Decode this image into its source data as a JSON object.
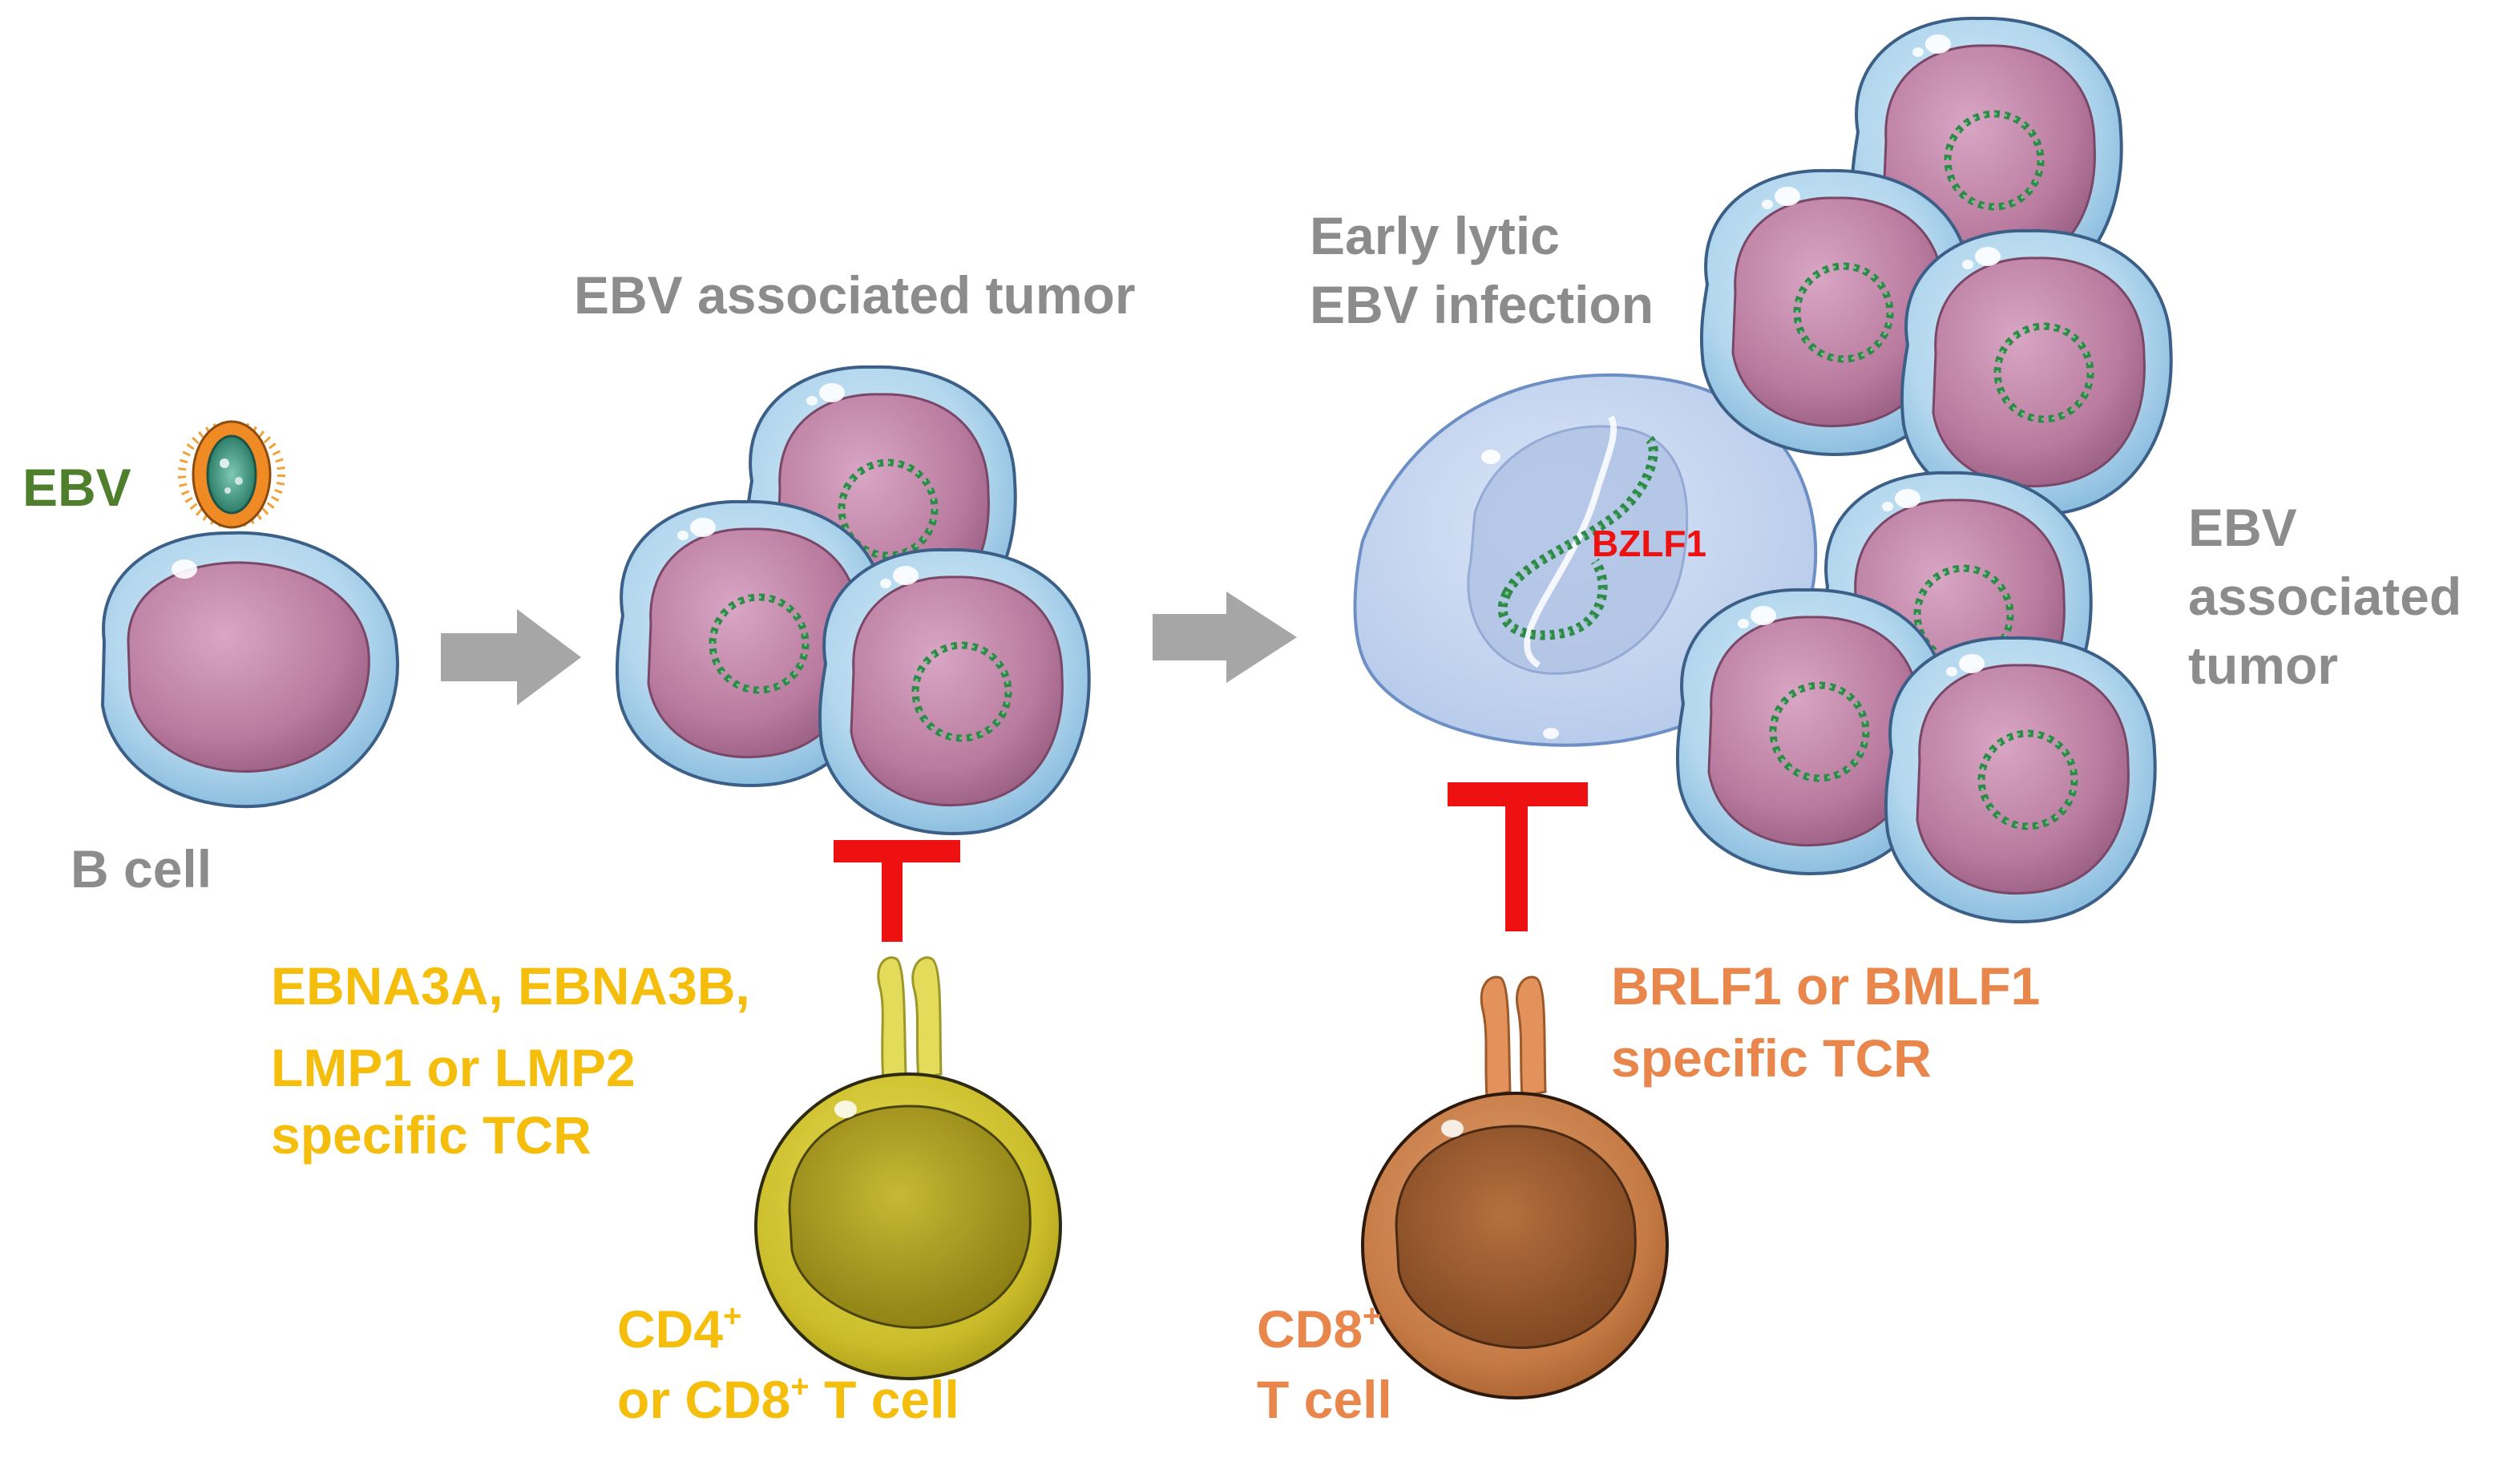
{
  "labels": {
    "ebv": "EBV",
    "b_cell": "B cell",
    "tumor_top": "EBV associated tumor",
    "early_lytic_line1": "Early lytic",
    "early_lytic_line2": "EBV infection",
    "bzlf1": "BZLF1",
    "tumor_right_line1": "EBV",
    "tumor_right_line2": "associated",
    "tumor_right_line3": "tumor",
    "tcr_latent_line1": "EBNA3A, EBNA3B,",
    "tcr_latent_line2": "LMP1 or LMP2",
    "tcr_latent_line3": "specific TCR",
    "tcr_lytic_line1": "BRLF1 or BMLF1",
    "tcr_lytic_line2": "specific TCR",
    "tcell_left_line1_main": "CD4",
    "tcell_left_line1_sup": "+",
    "tcell_left_line2_pre": "or CD8",
    "tcell_left_line2_sup": "+",
    "tcell_left_line2_post": " T cell",
    "tcell_right_line1_main": "CD8",
    "tcell_right_line1_sup": "+",
    "tcell_right_line2": "T cell"
  },
  "colors": {
    "label_grey": "#8c8c8c",
    "ebv_green": "#4f7f2c",
    "cd4_yellow": "#f5be0c",
    "cd8_orange": "#e8864c",
    "inhibition_red": "#ee1111",
    "arrow_grey": "#a6a6a6",
    "cell_membrane": "#a9cde8",
    "cell_nucleus": "#b57a9a",
    "episome_green": "#2f8a4a"
  },
  "icons": {
    "virus": "ebv-virion-icon",
    "progression": "right-arrow-icon",
    "inhibition": "t-bar-inhibition-icon",
    "episome": "circular-dna-icon",
    "linear_dna": "linear-dna-icon"
  }
}
